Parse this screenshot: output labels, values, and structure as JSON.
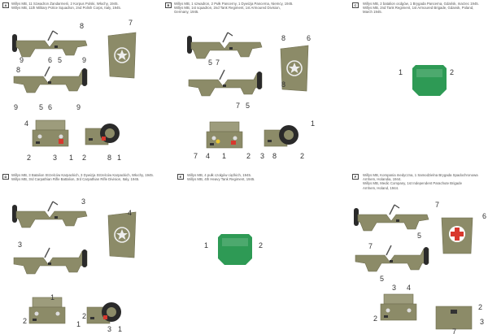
{
  "colors": {
    "olive": "#8c8b68",
    "olive_dark": "#6f6e50",
    "green": "#2e9a55",
    "red": "#d8382e",
    "tire": "#2a2a2a"
  },
  "schemes": [
    {
      "letter": "A",
      "lines": [
        "Willys MB, 11 Szwadron Żandarmerii, 2 Korpus Polski, Włochy, 1945.",
        "Willys MB, 11th Military Police Squadron, 2nd Polish Corps, Italy, 1945."
      ],
      "callouts": [
        "8",
        "9",
        "6",
        "5",
        "9",
        "7",
        "8",
        "9",
        "5",
        "6",
        "9",
        "4",
        "2",
        "3",
        "1",
        "2",
        "8",
        "1"
      ]
    },
    {
      "letter": "B",
      "lines": [
        "Willys MB, 1 szwadron, 2 Pułk Pancerny, 1 Dywizja Pancerna, Niemcy, 1945.",
        "Willys MB, 1st squadron, 2nd Tank Regiment, 1st Armoured Division,",
        "Germany, 1945."
      ],
      "callouts": [
        "8",
        "6",
        "5",
        "7",
        "8",
        "7",
        "5",
        "7",
        "4",
        "1",
        "2",
        "3",
        "8",
        "2",
        "1"
      ]
    },
    {
      "letter": "C",
      "lines": [
        "Willys MB, 2 batalion ocdgów, 1 Brygada Pancerna, Gdańsk, marzec 1945.",
        "Willys MB, 2nd Tank Regiment, 1st Armoured Brigade, Gdansk, Poland,",
        "March 1945."
      ],
      "callouts": [
        "1",
        "2"
      ]
    },
    {
      "letter": "D",
      "lines": [
        "Willys MB, 3 Batalion Strzelców Karpackich, 3 Dywizja Strzelców Karpackich, Włochy, 1945.",
        "Willys MB, 3rd Carpathian Rifle Battalion, 3rd Carpathian Rifle Division, Italy, 1945."
      ],
      "callouts": [
        "3",
        "4",
        "3",
        "1",
        "2",
        "1",
        "2",
        "3",
        "1"
      ]
    },
    {
      "letter": "E",
      "lines": [
        "Willys MB, 4 pułk czołgów ciężkich, 1945.",
        "Willys MB, 4th Heavy Tank Regiment, 1945."
      ],
      "callouts": [
        "1",
        "2"
      ]
    },
    {
      "letter": "F",
      "lines": [
        "Willys MB, Kompania medyczna, 1 Samodzielna Brygada Spadochronowa",
        "Arnhem, Holandia, 1944.",
        "Willys MB, Medic Company, 1st Independent Parachute Brigade",
        "Arnhem, Holand, 1944."
      ],
      "callouts": [
        "7",
        "5",
        "6",
        "7",
        "5",
        "3",
        "4",
        "2",
        "2",
        "3",
        "7"
      ]
    }
  ]
}
